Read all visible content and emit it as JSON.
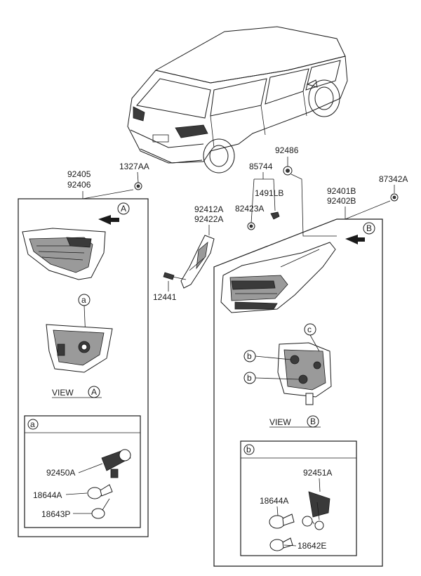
{
  "labels": {
    "p92405": "92405",
    "p92406": "92406",
    "p1327AA": "1327AA",
    "p92412A": "92412A",
    "p92422A": "92422A",
    "p12441": "12441",
    "p85744": "85744",
    "p82423A": "82423A",
    "p1491LB": "1491LB",
    "p92486": "92486",
    "p87342A": "87342A",
    "p92401B": "92401B",
    "p92402B": "92402B",
    "p92450A": "92450A",
    "p18644A_a": "18644A",
    "p18643P": "18643P",
    "p92451A": "92451A",
    "p18644A_b": "18644A",
    "p18642E": "18642E"
  },
  "callouts": {
    "A": "A",
    "B": "B",
    "a": "a",
    "b": "b",
    "c": "c"
  },
  "views": {
    "view_a": "VIEW",
    "view_b": "VIEW"
  }
}
